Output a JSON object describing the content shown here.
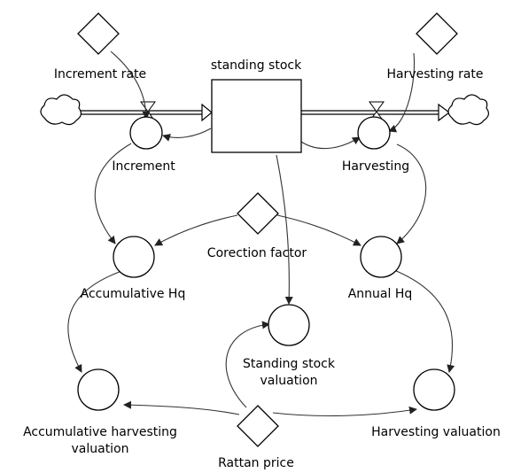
{
  "diagram": {
    "stock": {
      "label": "standing stock"
    },
    "flows": {
      "increment": {
        "label": "Increment"
      },
      "harvesting": {
        "label": "Harvesting"
      }
    },
    "constants": {
      "increment_rate": {
        "label": "Increment rate"
      },
      "harvesting_rate": {
        "label": "Harvesting rate"
      },
      "correction_factor": {
        "label": "Corection factor"
      },
      "rattan_price": {
        "label": "Rattan price"
      }
    },
    "auxiliaries": {
      "accumulative_hq": {
        "label": "Accumulative Hq"
      },
      "annual_hq": {
        "label": "Annual Hq"
      },
      "standing_stock_valuation": {
        "label_line1": "Standing stock",
        "label_line2": "valuation"
      },
      "accumulative_harvesting_valuation": {
        "label_line1": "Accumulative harvesting",
        "label_line2": "valuation"
      },
      "harvesting_valuation": {
        "label": "Harvesting valuation"
      }
    }
  }
}
